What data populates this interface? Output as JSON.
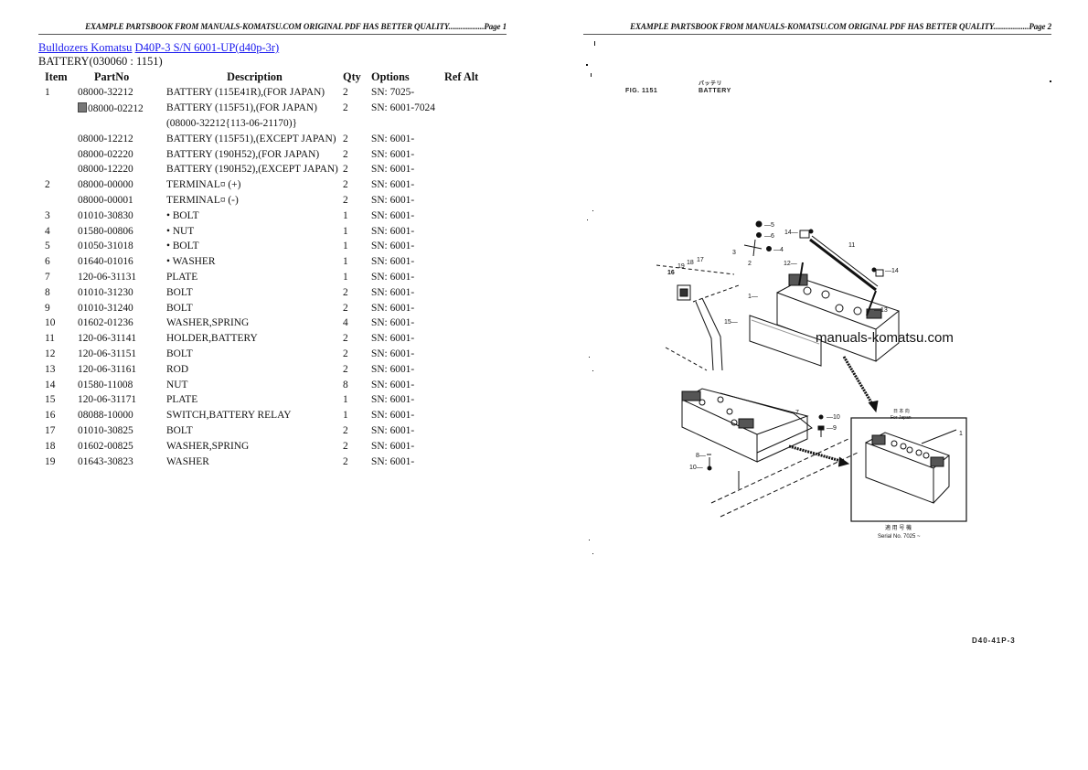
{
  "page1": {
    "header": "EXAMPLE PARTSBOOK FROM MANUALS-KOMATSU.COM ORIGINAL PDF HAS BETTER QUALITY..................Page 1",
    "breadcrumb": {
      "link1": "Bulldozers Komatsu",
      "link2": "D40P-3 S/N 6001-UP(d40p-3r)"
    },
    "subtitle": "BATTERY(030060 : 1151)",
    "columns": [
      "Item",
      "PartNo",
      "Description",
      "Qty",
      "Options",
      "Ref Alt"
    ],
    "rows": [
      {
        "item": "1",
        "part": "08000-32212",
        "desc": "BATTERY (115E41R),(FOR JAPAN)",
        "qty": "2",
        "opt": "SN: 7025-",
        "ref": "",
        "marked": false
      },
      {
        "item": "",
        "part": "08000-02212",
        "desc": "BATTERY (115F51),(FOR JAPAN)",
        "qty": "2",
        "opt": "SN: 6001-7024",
        "ref": "",
        "marked": true
      },
      {
        "item": "",
        "part": "",
        "desc": "(08000-32212{113-06-21170)}",
        "qty": "",
        "opt": "",
        "ref": "",
        "marked": false
      },
      {
        "item": "",
        "part": "08000-12212",
        "desc": "BATTERY (115F51),(EXCEPT JAPAN)",
        "qty": "2",
        "opt": "SN: 6001-",
        "ref": "",
        "marked": false
      },
      {
        "item": "",
        "part": "08000-02220",
        "desc": "BATTERY (190H52),(FOR JAPAN)",
        "qty": "2",
        "opt": "SN: 6001-",
        "ref": "",
        "marked": false
      },
      {
        "item": "",
        "part": "08000-12220",
        "desc": "BATTERY (190H52),(EXCEPT JAPAN)",
        "qty": "2",
        "opt": "SN: 6001-",
        "ref": "",
        "marked": false
      },
      {
        "item": "2",
        "part": "08000-00000",
        "desc": "TERMINAL¤ (+)",
        "qty": "2",
        "opt": "SN: 6001-",
        "ref": "",
        "marked": false
      },
      {
        "item": "",
        "part": "08000-00001",
        "desc": "TERMINAL¤ (-)",
        "qty": "2",
        "opt": "SN: 6001-",
        "ref": "",
        "marked": false
      },
      {
        "item": "3",
        "part": "01010-30830",
        "desc": "• BOLT",
        "qty": "1",
        "opt": "SN: 6001-",
        "ref": "",
        "marked": false
      },
      {
        "item": "4",
        "part": "01580-00806",
        "desc": "• NUT",
        "qty": "1",
        "opt": "SN: 6001-",
        "ref": "",
        "marked": false
      },
      {
        "item": "5",
        "part": "01050-31018",
        "desc": "• BOLT",
        "qty": "1",
        "opt": "SN: 6001-",
        "ref": "",
        "marked": false
      },
      {
        "item": "6",
        "part": "01640-01016",
        "desc": "• WASHER",
        "qty": "1",
        "opt": "SN: 6001-",
        "ref": "",
        "marked": false
      },
      {
        "item": "7",
        "part": "120-06-31131",
        "desc": "PLATE",
        "qty": "1",
        "opt": "SN: 6001-",
        "ref": "",
        "marked": false
      },
      {
        "item": "8",
        "part": "01010-31230",
        "desc": "BOLT",
        "qty": "2",
        "opt": "SN: 6001-",
        "ref": "",
        "marked": false
      },
      {
        "item": "9",
        "part": "01010-31240",
        "desc": "BOLT",
        "qty": "2",
        "opt": "SN: 6001-",
        "ref": "",
        "marked": false
      },
      {
        "item": "10",
        "part": "01602-01236",
        "desc": "WASHER,SPRING",
        "qty": "4",
        "opt": "SN: 6001-",
        "ref": "",
        "marked": false
      },
      {
        "item": "11",
        "part": "120-06-31141",
        "desc": "HOLDER,BATTERY",
        "qty": "2",
        "opt": "SN: 6001-",
        "ref": "",
        "marked": false
      },
      {
        "item": "12",
        "part": "120-06-31151",
        "desc": "BOLT",
        "qty": "2",
        "opt": "SN: 6001-",
        "ref": "",
        "marked": false
      },
      {
        "item": "13",
        "part": "120-06-31161",
        "desc": "ROD",
        "qty": "2",
        "opt": "SN: 6001-",
        "ref": "",
        "marked": false
      },
      {
        "item": "14",
        "part": "01580-11008",
        "desc": "NUT",
        "qty": "8",
        "opt": "SN: 6001-",
        "ref": "",
        "marked": false
      },
      {
        "item": "15",
        "part": "120-06-31171",
        "desc": "PLATE",
        "qty": "1",
        "opt": "SN: 6001-",
        "ref": "",
        "marked": false
      },
      {
        "item": "16",
        "part": "08088-10000",
        "desc": "SWITCH,BATTERY RELAY",
        "qty": "1",
        "opt": "SN: 6001-",
        "ref": "",
        "marked": false
      },
      {
        "item": "17",
        "part": "01010-30825",
        "desc": "BOLT",
        "qty": "2",
        "opt": "SN: 6001-",
        "ref": "",
        "marked": false
      },
      {
        "item": "18",
        "part": "01602-00825",
        "desc": "WASHER,SPRING",
        "qty": "2",
        "opt": "SN: 6001-",
        "ref": "",
        "marked": false
      },
      {
        "item": "19",
        "part": "01643-30823",
        "desc": "WASHER",
        "qty": "2",
        "opt": "SN: 6001-",
        "ref": "",
        "marked": false
      }
    ]
  },
  "page2": {
    "header": "EXAMPLE PARTSBOOK FROM MANUALS-KOMATSU.COM ORIGINAL PDF HAS BETTER QUALITY..................Page 2",
    "figure": {
      "fig_label": "FIG. 1151",
      "fig_title_jp": "バッテリ",
      "fig_title": "BATTERY",
      "watermark": "manuals-komatsu.com",
      "inset_caption_top_jp": "日 本 向",
      "inset_caption_top": "For Japan",
      "inset_caption_bottom_jp": "適 用 号 機",
      "inset_caption_bottom": "Serial No. 7025 ~",
      "callouts": [
        "1",
        "2",
        "3",
        "4",
        "5",
        "6",
        "7",
        "8",
        "9",
        "10",
        "11",
        "12",
        "13",
        "14",
        "15",
        "16",
        "17",
        "18",
        "19"
      ],
      "footer_code": "D40-41P-3"
    }
  }
}
